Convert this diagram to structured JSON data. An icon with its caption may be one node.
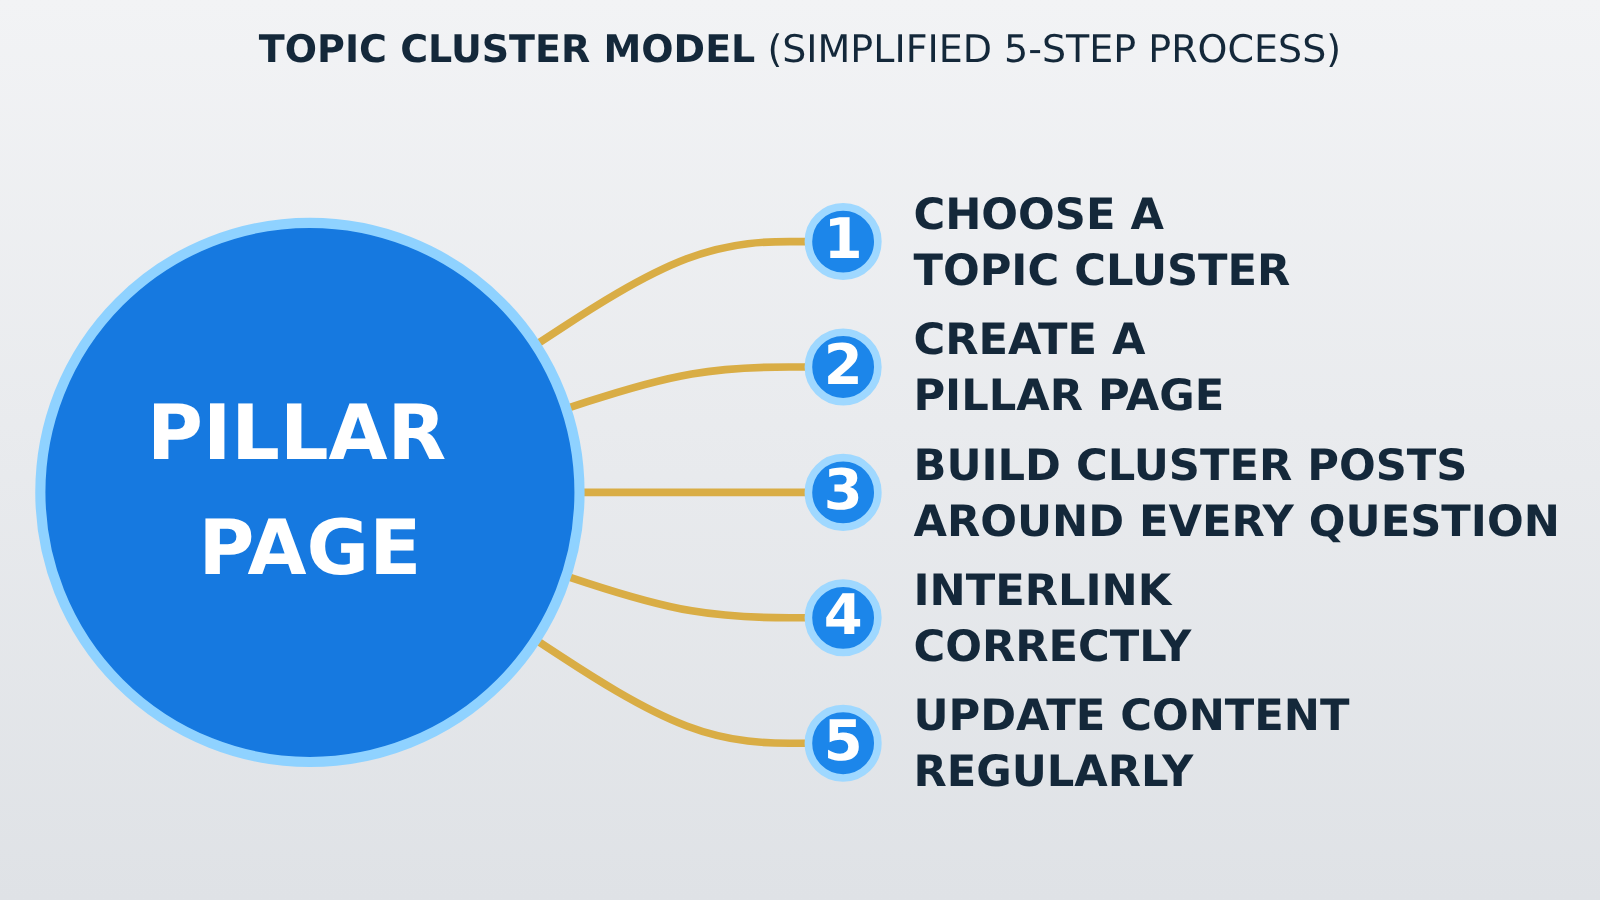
{
  "diagram": {
    "title": "**TOPIC CLUSTER MODEL** (SIMPLIFIED 5-STEP PROCESS)",
    "nodes": [
      {
        "text": [
          "PILLAR PAGE"
        ]
      },
      {
        "text": [
          "1"
        ],
        "beside": [
          "CHOOSE A TOPIC CLUSTER"
        ]
      },
      {
        "text": [
          "2"
        ],
        "beside": [
          "CREATE A PILLAR PAGE"
        ]
      },
      {
        "text": [
          "3"
        ],
        "beside": [
          "BUILD CLUSTER POSTS AROUND EVERY QUESTION"
        ]
      },
      {
        "text": [
          "4"
        ],
        "beside": [
          "INTERLINK CORRECTLY"
        ]
      },
      {
        "text": [
          "5"
        ],
        "beside": [
          "UPDATE CONTENT REGULARLY"
        ]
      }
    ],
    "edges": [
      {
        "from": 0,
        "to": 1,
        "arrow": "none"
      },
      {
        "from": 0,
        "to": 2,
        "arrow": "none"
      },
      {
        "from": 0,
        "to": 3,
        "arrow": "none"
      },
      {
        "from": 0,
        "to": 4,
        "arrow": "none"
      },
      {
        "from": 0,
        "to": 5,
        "arrow": "none"
      }
    ]
  }
}
